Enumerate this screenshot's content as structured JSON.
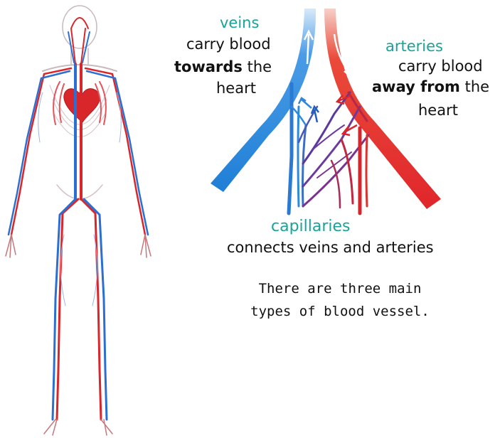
{
  "veins": {
    "title": "veins",
    "line1": "carry blood",
    "line2_bold": "towards",
    "line2_rest": " the",
    "line3": "heart"
  },
  "arteries": {
    "title": "arteries",
    "line1": "carry blood",
    "line2_bold": "away from",
    "line2_rest": " the",
    "line3": "heart"
  },
  "capillaries": {
    "title": "capillaries",
    "description": "connects veins and arteries"
  },
  "summary": {
    "line1": "There are three main",
    "line2": "types of blood vessel."
  },
  "colors": {
    "vein_blue": "#1f7fd6",
    "artery_red": "#e0262b",
    "capillary_purple": "#5b3aa0",
    "label_teal": "#1aa39a"
  }
}
